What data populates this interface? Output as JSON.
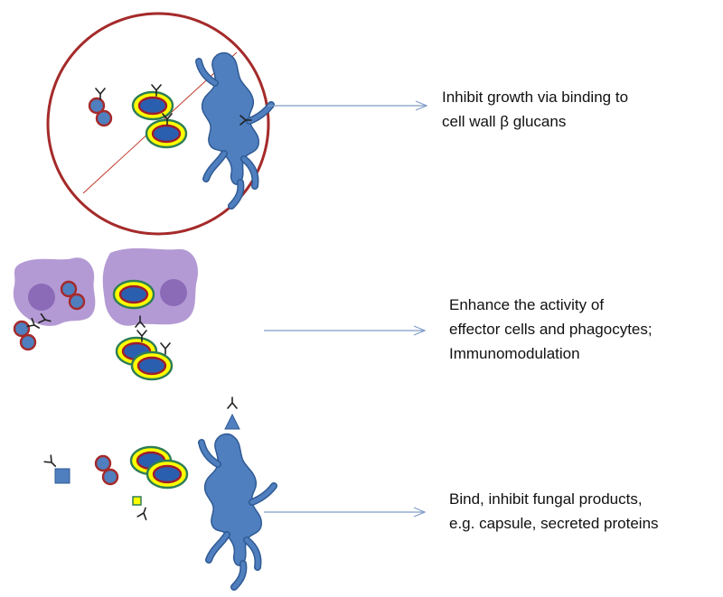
{
  "captions": {
    "growth_inhibition": {
      "line1": "Inhibit growth via binding to",
      "line2": "cell wall β glucans"
    },
    "effector_enhancement": {
      "line1": "Enhance the activity of",
      "line2": "effector cells and phagocytes;",
      "line3": "Immunomodulation"
    },
    "product_binding": {
      "line1": "Bind, inhibit fungal products,",
      "line2": "e.g. capsule, secreted proteins"
    }
  },
  "colors": {
    "arrow": "#7f9cc8",
    "circle_outline": "#a52a2a",
    "yeast_fill": "#4f7fbf",
    "capsule_yellow": "#ffff00",
    "capsule_green": "#2e7d55",
    "yeast_core": "#a01c2c",
    "hyphae_fill": "#4f7fbf",
    "hyphae_stroke": "#2f5a94",
    "phagocyte": "#b49ad4",
    "nucleus": "#8b6bb8",
    "antibody": "#222222"
  },
  "icons": [
    "antibody-icon",
    "yeast-cell-icon",
    "encapsulated-yeast-icon",
    "hyphae-icon",
    "phagocyte-icon",
    "secreted-protein-icon",
    "arrow-right-icon"
  ]
}
